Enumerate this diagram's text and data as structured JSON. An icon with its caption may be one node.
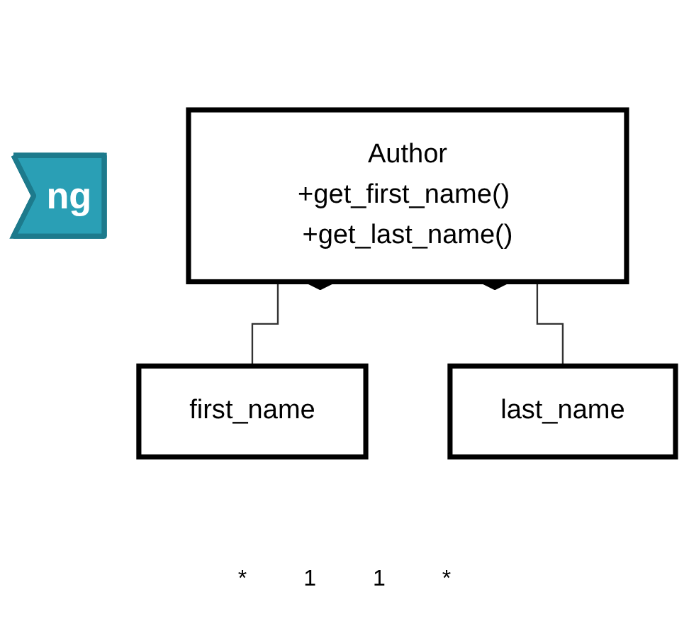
{
  "diagram": {
    "nodes": [
      {
        "text": [
          "ng"
        ]
      },
      {
        "text": [
          "Author",
          "+get_first_name() +get_last_name()"
        ]
      },
      {
        "text": [
          "first_name"
        ]
      },
      {
        "text": [
          "last_name"
        ]
      }
    ],
    "edges": [
      {
        "from": 1,
        "to": 2,
        "arrow": "other"
      },
      {
        "from": 1,
        "to": 3,
        "arrow": "other"
      }
    ],
    "labels": [
      "*",
      "1",
      "1",
      "*"
    ]
  }
}
